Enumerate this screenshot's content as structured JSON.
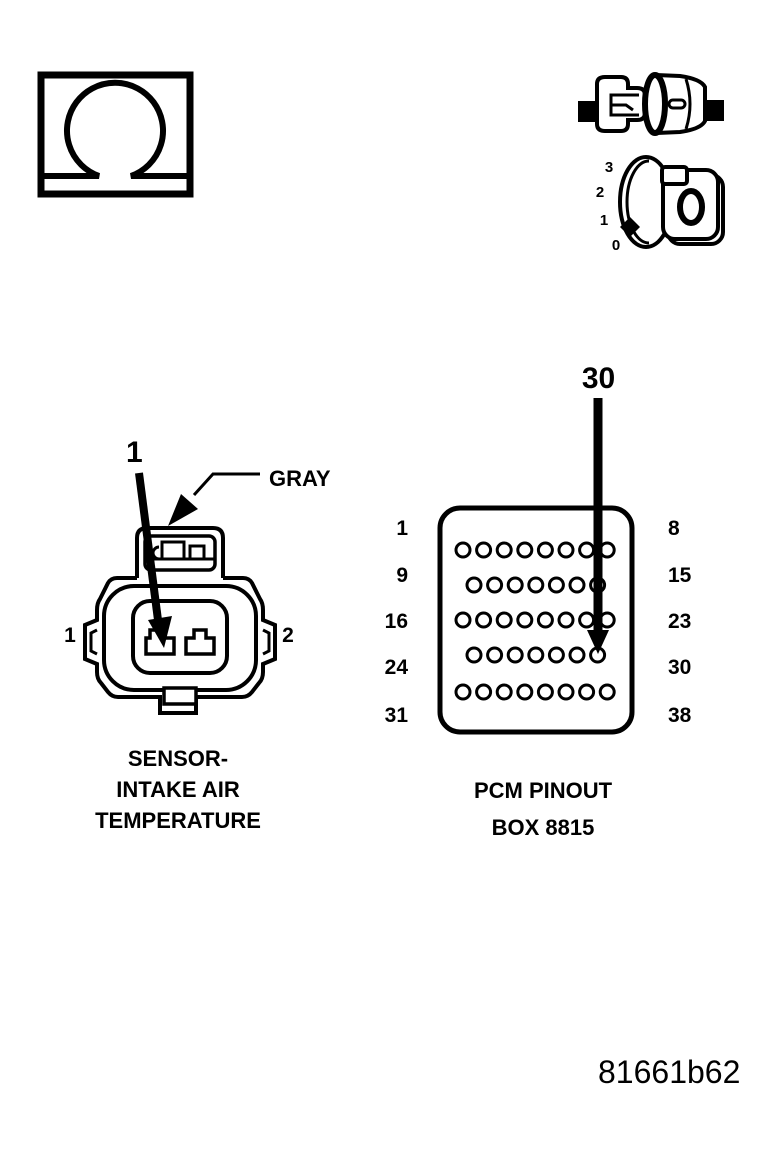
{
  "page": {
    "background": "#ffffff",
    "ink": "#000000",
    "figure_code": "81661b62"
  },
  "test_icons": {
    "ohmmeter_symbol": "ohm-resistance",
    "disconnect_symbol": "disconnect-connector",
    "ignition_positions": [
      "3",
      "2",
      "1",
      "0"
    ]
  },
  "sensor_connector": {
    "callout_pin": "1",
    "connector_color_label": "GRAY",
    "pin_left_label": "1",
    "pin_right_label": "2",
    "caption_lines": [
      "SENSOR-",
      "INTAKE AIR",
      "TEMPERATURE"
    ]
  },
  "pcm": {
    "callout_pin": "30",
    "caption_lines": [
      "PCM PINOUT",
      "BOX 8815"
    ],
    "pin_rows": [
      {
        "left_label": "1",
        "right_label": "8"
      },
      {
        "left_label": "9",
        "right_label": "15"
      },
      {
        "left_label": "16",
        "right_label": "23"
      },
      {
        "left_label": "24",
        "right_label": "30"
      },
      {
        "left_label": "31",
        "right_label": "38"
      }
    ]
  }
}
